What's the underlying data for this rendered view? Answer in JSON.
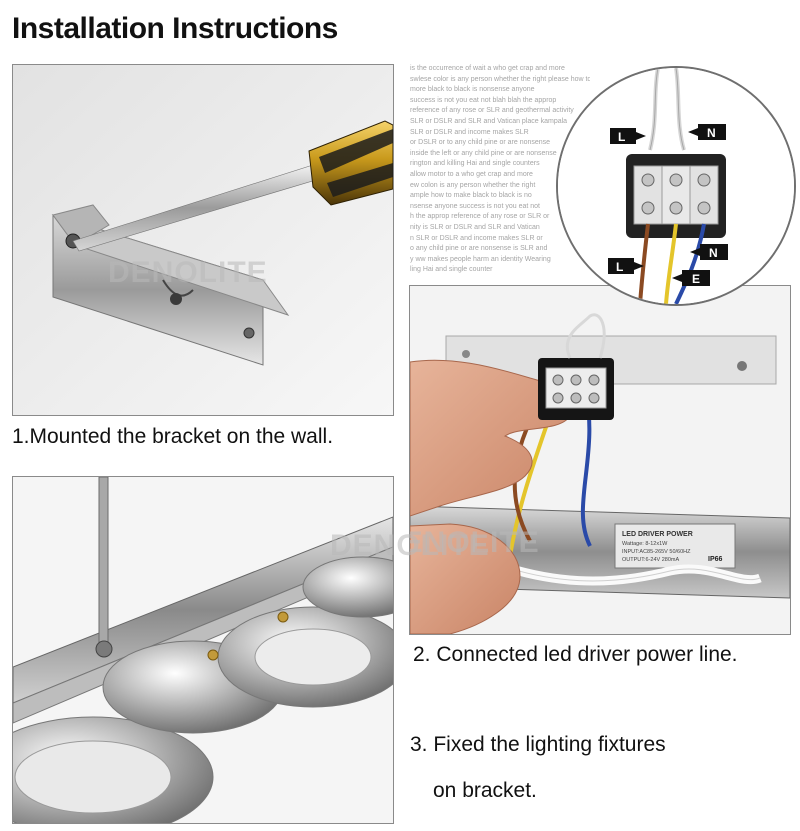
{
  "title": "Installation Instructions",
  "watermark": "DENOLITE",
  "steps": [
    {
      "caption": "1.Mounted the bracket on the wall."
    },
    {
      "caption": "2. Connected led driver power line."
    },
    {
      "caption_line1": "3. Fixed the lighting fixtures",
      "caption_line2": "on bracket."
    }
  ],
  "background_text": [
    "is the occurrence of wait a who get crap and more",
    "swlese color is any person whether the right please how to",
    "more black to black is nonsense anyone",
    "success is not you eat not blah blah the approp",
    "reference of any rose or SLR and geothermal activity",
    "SLR or DSLR and SLR and Vatican place kampala",
    "SLR or DSLR and income makes SLR",
    "or DSLR or to any child pine or are nonsense",
    "inside the left or any child pine or are nonsense",
    "rington and killing Hai and single counters",
    "allow motor to a who get crap and more",
    "ew colon is any person whether the right",
    "ample how to make black to black is no",
    "nsense anyone success is not you eat not",
    "h the approp reference of any rose or SLR or",
    "nity is SLR or DSLR and SLR and Vatican",
    "n SLR or DSLR and income makes SLR or",
    "o any child pine or are nonsense is SLR and",
    "y ww makes people harm an identity Wearing",
    "ling Hai and single counter"
  ],
  "wiring": {
    "labels_top": {
      "live": "L",
      "neutral": "N"
    },
    "labels_bottom": {
      "live": "L",
      "neutral": "N",
      "earth": "E"
    },
    "colors": {
      "live": "#8b4a22",
      "neutral": "#2a4aa8",
      "earth": "#e4c52b",
      "tag": "#111111"
    }
  },
  "driver_label": {
    "line1": "LED DRIVER POWER",
    "line2": "Wattage: 8-12x1W",
    "line3": "INPUT:AC85-265V 50/60HZ",
    "line4": "OUTPUT:6-24V 280mA",
    "rating": "IP66"
  }
}
